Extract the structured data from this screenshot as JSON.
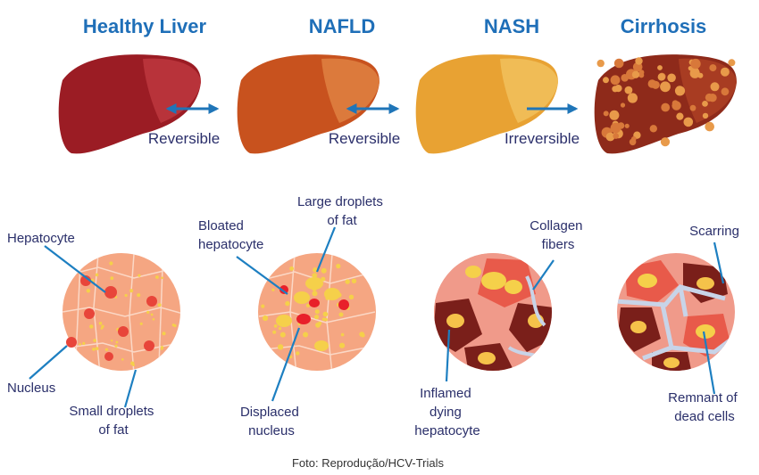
{
  "stages": [
    {
      "title": "Healthy Liver",
      "color": "#9b1c24",
      "lobe": "#b8333a"
    },
    {
      "title": "NAFLD",
      "color": "#c8521e",
      "lobe": "#dc7a3c"
    },
    {
      "title": "NASH",
      "color": "#e8a233",
      "lobe": "#f0bc56"
    },
    {
      "title": "Cirrhosis",
      "color": "#8e2a1a",
      "lobe": "#a83c22"
    }
  ],
  "transitions": [
    {
      "label": "Reversible",
      "arrow": "double"
    },
    {
      "label": "Reversible",
      "arrow": "double"
    },
    {
      "label": "Irreversible",
      "arrow": "single"
    }
  ],
  "callouts": {
    "hepatocyte": "Hepatocyte",
    "nucleus": "Nucleus",
    "small_droplets": [
      "Small droplets",
      "of fat"
    ],
    "bloated": [
      "Bloated",
      "hepatocyte"
    ],
    "large_droplets": [
      "Large droplets",
      "of fat"
    ],
    "displaced": [
      "Displaced",
      "nucleus"
    ],
    "collagen": [
      "Collagen",
      "fibers"
    ],
    "inflamed": [
      "Inflamed",
      "dying",
      "hepatocyte"
    ],
    "scarring": "Scarring",
    "remnant": [
      "Remnant of",
      "dead cells"
    ]
  },
  "caption": "Foto: Reprodução/HCV-Trials",
  "colors": {
    "title": "#1f6fb8",
    "arrow": "#1f75b8",
    "tissue": "#f5a682",
    "nucleus": "#e8453a",
    "fat": "#f5d04a",
    "dark_cell": "#7a1f1a",
    "collagen": "#c8d4e8"
  }
}
